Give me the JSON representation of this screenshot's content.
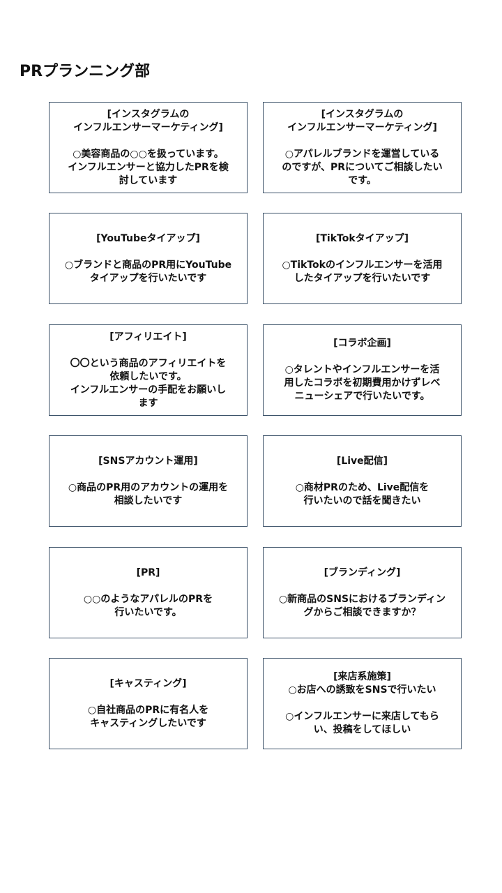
{
  "page_title": "PRプランニング部",
  "cards": [
    {
      "title": "[インスタグラムの\nインフルエンサーマーケティング]",
      "body": "○美容商品の○○を扱っています。\nインフルエンサーと協力したPRを検\n討しています"
    },
    {
      "title": "[インスタグラムの\nインフルエンサーマーケティング]",
      "body": "○アパレルブランドを運営している\nのですが、PRについてご相談したい\nです。"
    },
    {
      "title": "[YouTubeタイアップ]",
      "body": "○ブランドと商品のPR用にYouTube\nタイアップを行いたいです"
    },
    {
      "title": "[TikTokタイアップ]",
      "body": "○TikTokのインフルエンサーを活用\nしたタイアップを行いたいです"
    },
    {
      "title": "[アフィリエイト]",
      "body": "〇〇という商品のアフィリエイトを\n依頼したいです。\nインフルエンサーの手配をお願いし\nます"
    },
    {
      "title": "[コラボ企画]",
      "body": "○タレントやインフルエンサーを活\n用したコラボを初期費用かけずレベ\nニューシェアで行いたいです。"
    },
    {
      "title": "[SNSアカウント運用]",
      "body": "○商品のPR用のアカウントの運用を\n相談したいです"
    },
    {
      "title": "[Live配信]",
      "body": "○商材PRのため、Live配信を\n行いたいので話を聞きたい"
    },
    {
      "title": "[PR]",
      "body": "○○のようなアパレルのPRを\n行いたいです。"
    },
    {
      "title": "[ブランディング]",
      "body": "○新商品のSNSにおけるブランディン\nグからご相談できますか？"
    },
    {
      "title": "[キャスティング]",
      "body": "○自社商品のPRに有名人を\nキャスティングしたいです"
    },
    {
      "title": "[来店系施策]\n○お店への誘致をSNSで行いたい",
      "body": "○インフルエンサーに来店してもら\nい、投稿をしてほしい"
    }
  ]
}
